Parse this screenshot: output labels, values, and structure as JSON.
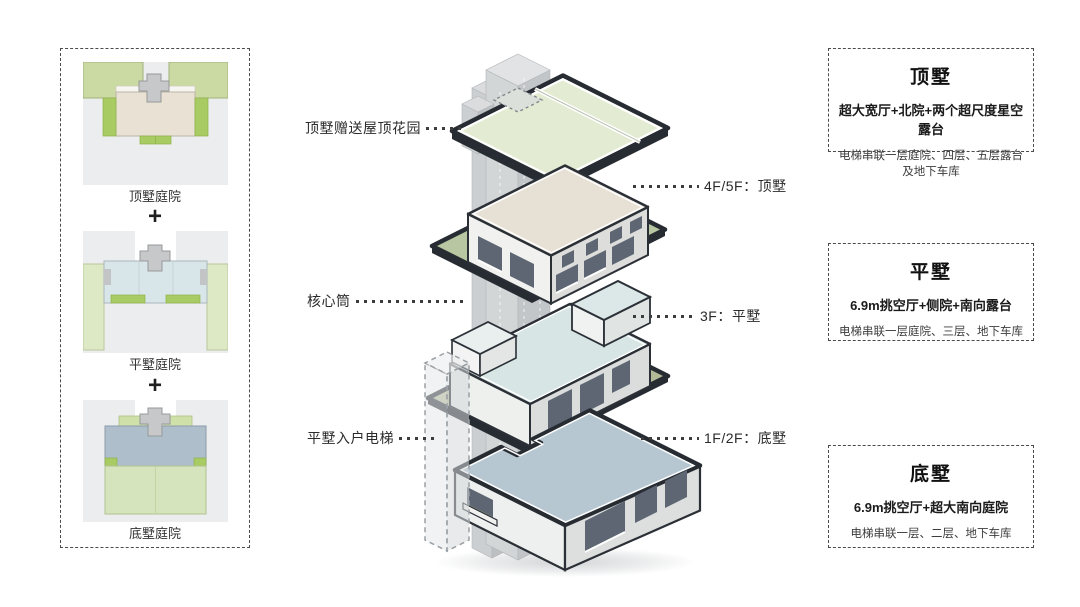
{
  "left_panel": {
    "plus": "+",
    "plans": [
      {
        "label": "顶墅庭院"
      },
      {
        "label": "平墅庭院"
      },
      {
        "label": "底墅庭院"
      }
    ]
  },
  "axon": {
    "labels": {
      "roof_garden": "顶墅赠送屋顶花园",
      "top_floor": "4F/5F：顶墅",
      "core": "核心筒",
      "mid_floor": "3F：平墅",
      "elevator": "平墅入户电梯",
      "bottom_floor": "1F/2F：底墅"
    }
  },
  "info_cards": [
    {
      "title": "顶墅",
      "subtitle": "超大宽厅+北院+两个超尺度星空露台",
      "desc": "电梯串联一层庭院、四层、五层露台及地下车库"
    },
    {
      "title": "平墅",
      "subtitle": "6.9m挑空厅+侧院+南向露台",
      "desc": "电梯串联一层庭院、三层、地下车库"
    },
    {
      "title": "底墅",
      "subtitle": "6.9m挑空厅+超大南向庭院",
      "desc": "电梯串联一层、二层、地下车库"
    }
  ],
  "colors": {
    "accent_green": "#a9cb63",
    "sage_green": "#cbd9a3",
    "pale_green": "#dde8c5",
    "roof_garden_green": "#e3ecd2",
    "beige": "#e9e1d3",
    "pale_blue": "#d9e6e9",
    "slate_blue": "#aebecb",
    "roof_blue_gray": "#b7c7d2",
    "outline_dark": "#272c33",
    "core_gray": "#c6c8ca"
  }
}
